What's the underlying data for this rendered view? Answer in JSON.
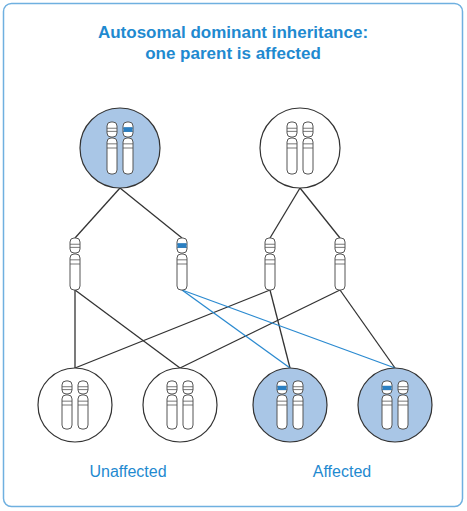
{
  "diagram": {
    "title": "Autosomal dominant inheritance: one parent is affected",
    "labels": [
      "Unaffected",
      "Affected"
    ]
  }
}
